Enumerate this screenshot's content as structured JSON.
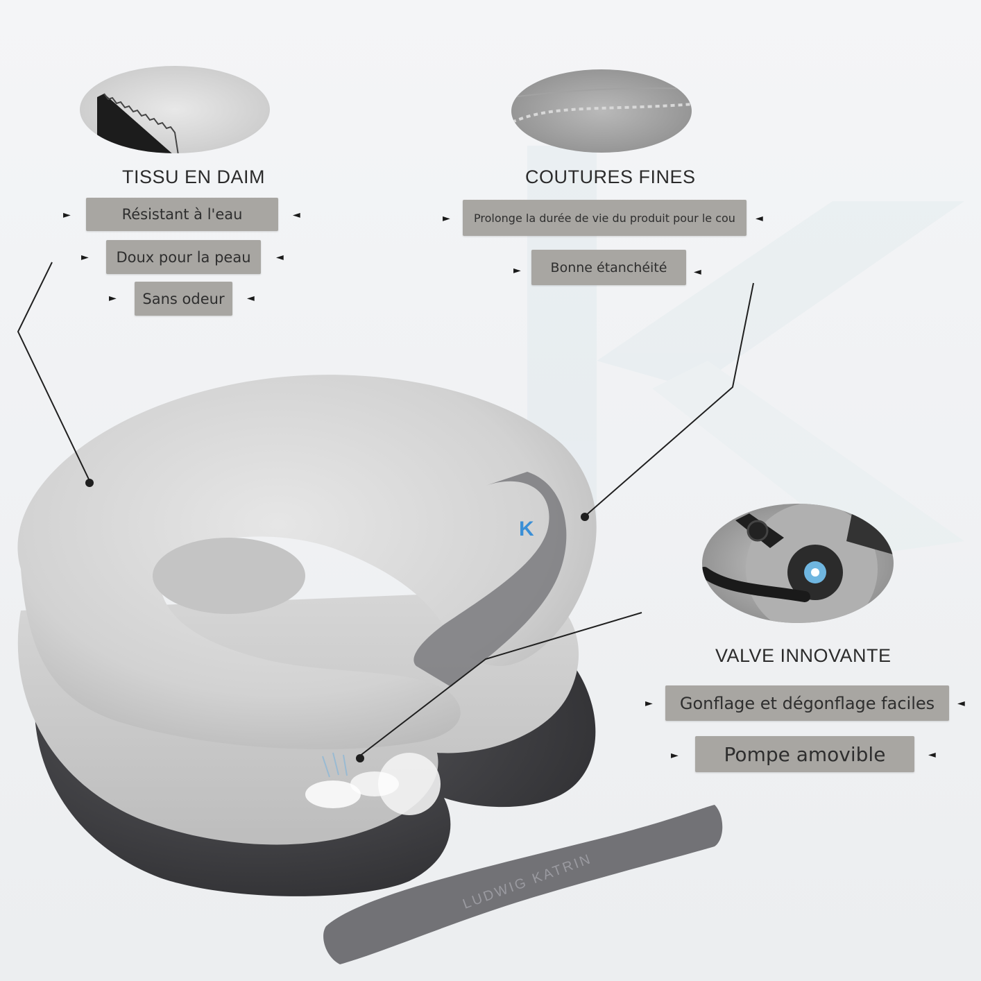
{
  "sections": {
    "suede": {
      "title": "TISSU EN DAIM",
      "features": [
        "Résistant à l'eau",
        "Doux pour la peau",
        "Sans odeur"
      ]
    },
    "seams": {
      "title": "COUTURES FINES",
      "features": [
        "Prolonge la durée de vie du produit pour le cou",
        "Bonne étanchéité"
      ]
    },
    "valve": {
      "title": "VALVE INNOVANTE",
      "features": [
        "Gonflage et dégonflage faciles",
        "Pompe amovible"
      ]
    }
  },
  "product": {
    "strap_brand": "LUDWIG KATRIN",
    "logo_letter": "K"
  },
  "colors": {
    "background": "#eef0f2",
    "pill": "#a8a6a2",
    "pillow_light": "#d9d9d9",
    "pillow_dark": "#3f3f42",
    "accent_logo": "#3a8fd6"
  }
}
